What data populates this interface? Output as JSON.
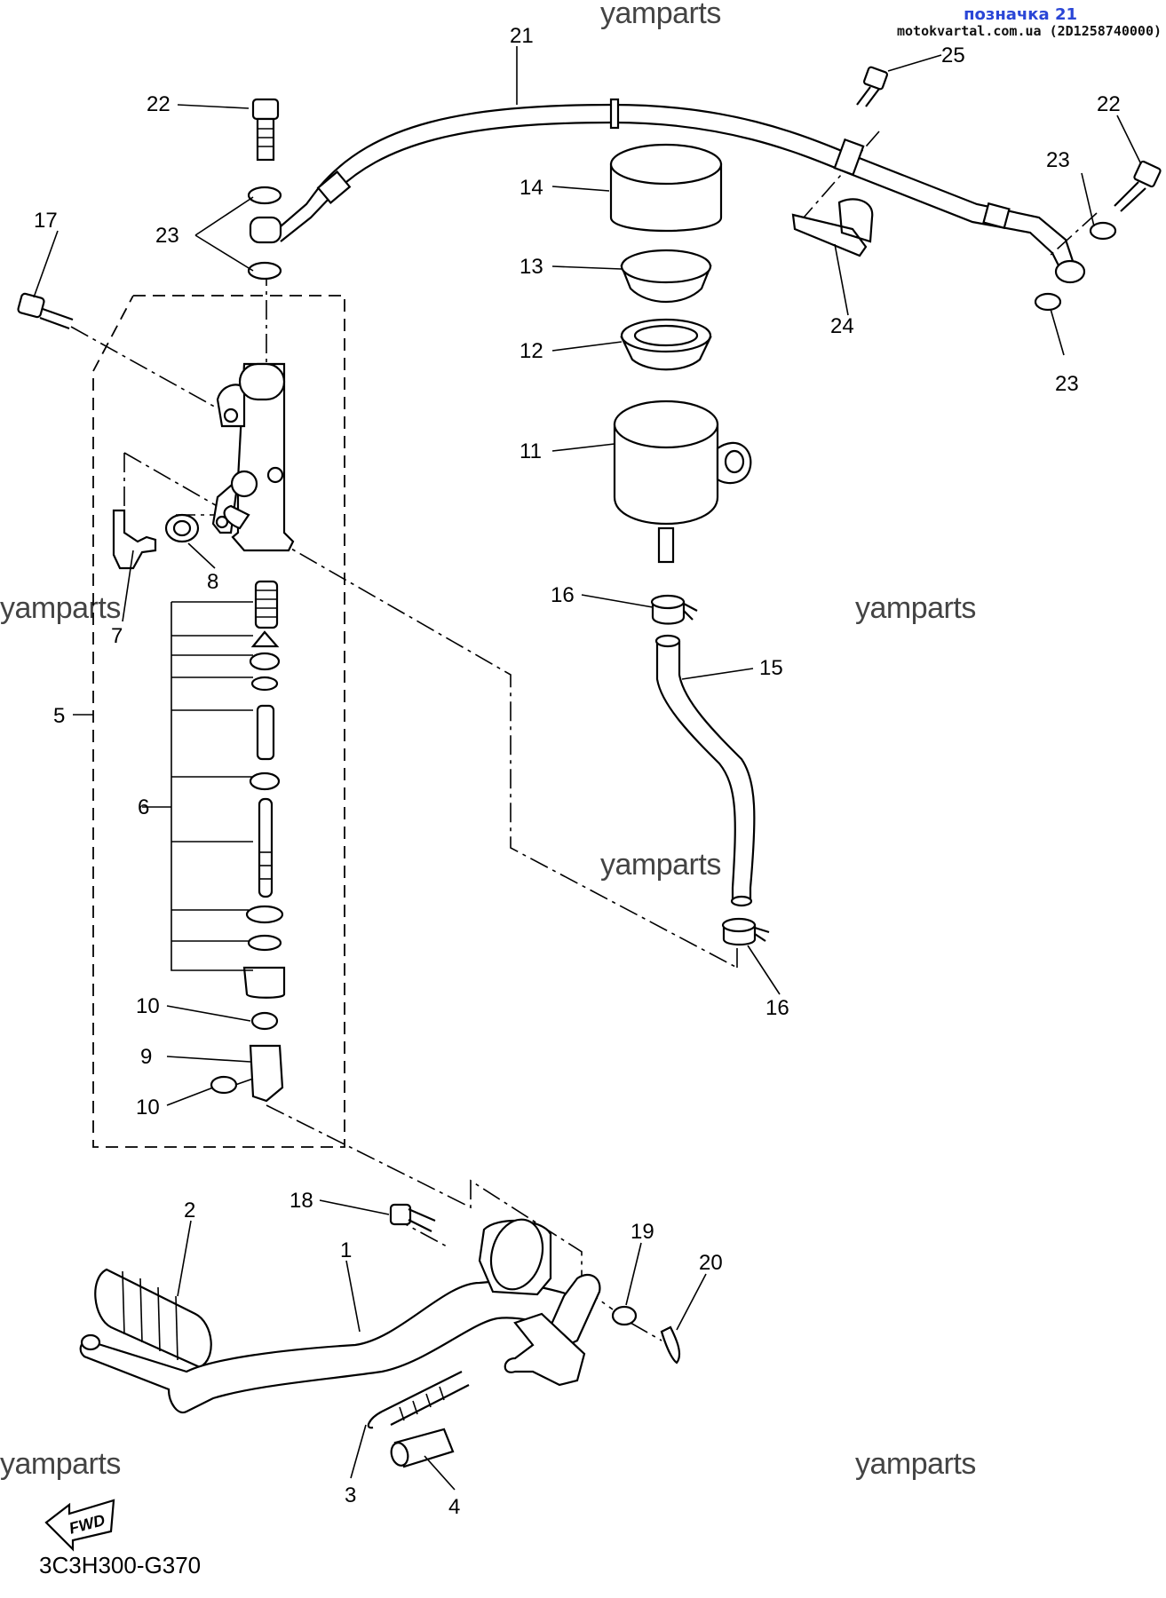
{
  "header": {
    "tag": "позначка 21",
    "source": "motokvartal.com.ua (2D1258740000)"
  },
  "watermark": "yamparts",
  "diagram_code": "3C3H300-G370",
  "fwd_label": "FWD",
  "callouts": {
    "c1": "1",
    "c2": "2",
    "c3": "3",
    "c4": "4",
    "c5": "5",
    "c6": "6",
    "c7": "7",
    "c8": "8",
    "c9": "9",
    "c10a": "10",
    "c10b": "10",
    "c11": "11",
    "c12": "12",
    "c13": "13",
    "c14": "14",
    "c15": "15",
    "c16a": "16",
    "c16b": "16",
    "c17": "17",
    "c18": "18",
    "c19": "19",
    "c20": "20",
    "c21": "21",
    "c22a": "22",
    "c22b": "22",
    "c23a": "23",
    "c23b": "23",
    "c23c": "23",
    "c24": "24",
    "c25": "25"
  }
}
